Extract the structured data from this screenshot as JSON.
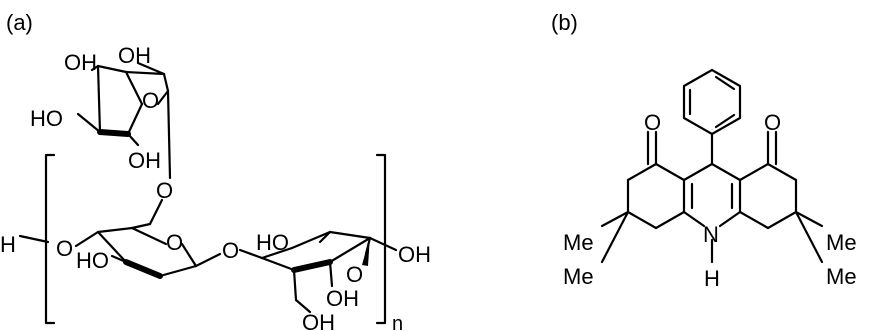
{
  "panels": {
    "a": {
      "label": "(a)",
      "repeat_subscript": "n",
      "atoms": {
        "oh_top1": "OH",
        "oh_top2": "OH",
        "ho_left": "HO",
        "o_ring1": "O",
        "oh_ring1": "OH",
        "o_link1": "O",
        "h_end": "H",
        "o_end": "O",
        "o_ring2": "O",
        "ho_ring2": "HO",
        "o_link2": "O",
        "ho_ring3": "HO",
        "o_ring3": "O",
        "oh_right": "OH",
        "oh_ring3": "OH",
        "oh_bottom": "OH"
      }
    },
    "b": {
      "label": "(b)",
      "atoms": {
        "o_left": "O",
        "o_right": "O",
        "me_left1": "Me",
        "me_left2": "Me",
        "me_right1": "Me",
        "me_right2": "Me",
        "n": "N",
        "h": "H"
      }
    }
  }
}
